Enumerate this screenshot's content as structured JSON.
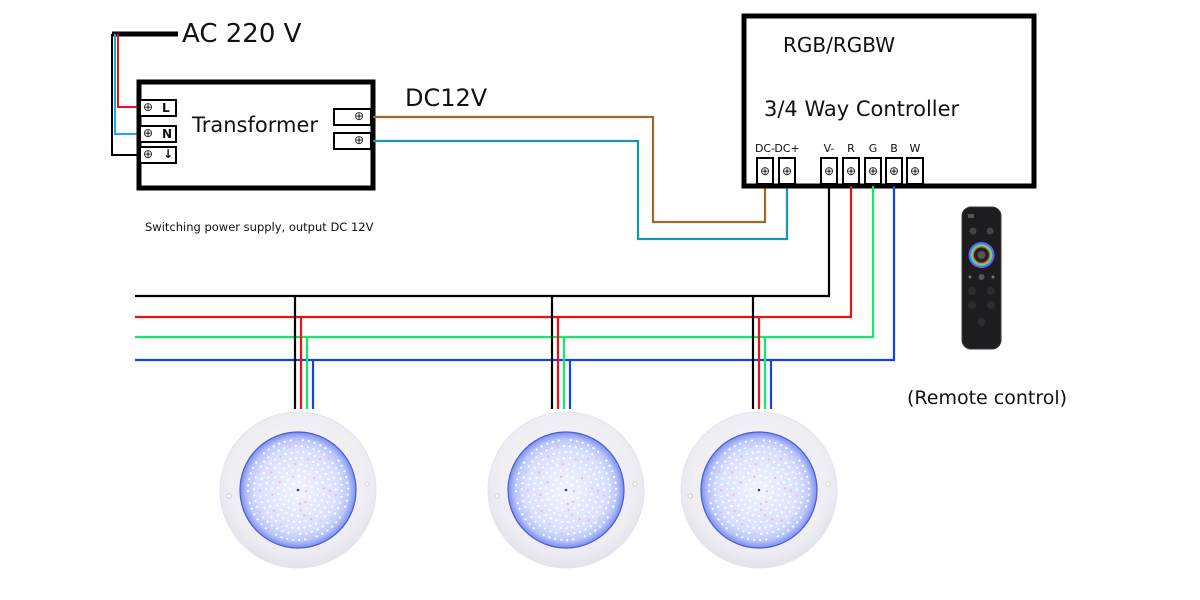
{
  "power_input": {
    "label": "AC 220 V"
  },
  "transformer": {
    "title": "Transformer",
    "caption": "Switching power supply, output DC 12V",
    "input_terminals": [
      {
        "symbol": "⊕",
        "label": "L",
        "wire_color": "#e8131b"
      },
      {
        "symbol": "⊕",
        "label": "N",
        "wire_color": "#1da8f0"
      },
      {
        "symbol": "⊕",
        "label": "↓",
        "wire_color": "#000000"
      }
    ],
    "output_terminals": [
      {
        "symbol": "⊕",
        "wire_color": "#9a6a2e"
      },
      {
        "symbol": "⊕",
        "wire_color": "#1596b0"
      }
    ]
  },
  "dc_label": "DC12V",
  "controller": {
    "line1": "RGB/RGBW",
    "line2": "3/4 Way Controller",
    "terminals": [
      {
        "label": "DC-",
        "symbol": "⊕",
        "wire_color": "#9a6a2e"
      },
      {
        "label": "DC+",
        "symbol": "⊕",
        "wire_color": "#1596b0"
      },
      {
        "label": "V-",
        "symbol": "⊕",
        "wire_color": "#000000"
      },
      {
        "label": "R",
        "symbol": "⊕",
        "wire_color": "#f01010"
      },
      {
        "label": "G",
        "symbol": "⊕",
        "wire_color": "#12e86a"
      },
      {
        "label": "B",
        "symbol": "⊕",
        "wire_color": "#1044e8"
      },
      {
        "label": "W",
        "symbol": "⊕",
        "wire_color": null
      }
    ]
  },
  "bus_wires": [
    {
      "name": "V-",
      "color": "#000000"
    },
    {
      "name": "R",
      "color": "#f01010"
    },
    {
      "name": "G",
      "color": "#12e86a"
    },
    {
      "name": "B",
      "color": "#1044e8"
    }
  ],
  "lights": [
    {
      "name": "pool-light-1"
    },
    {
      "name": "pool-light-2"
    },
    {
      "name": "pool-light-3"
    }
  ],
  "remote": {
    "caption": "(Remote control)"
  }
}
